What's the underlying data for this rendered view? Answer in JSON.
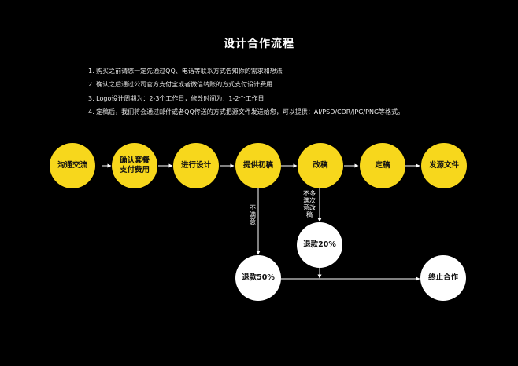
{
  "title": "设计合作流程",
  "notes": [
    "1. 购买之前请您一定先通过QQ、电话等联系方式告知你的需求和想法",
    "2. 确认之后通过公司官方支付宝或者微信转账的方式支付设计费用",
    "3. Logo设计周期为：2-3个工作日，修改时间为：1-2个工作日",
    "4. 定稿后，我们将会通过邮件或者QQ传送的方式把源文件发送给您，可以提供：AI/PSD/CDR/JPG/PNG等格式。"
  ],
  "flow": {
    "main_steps": [
      "沟通交流",
      "确认套餐\n支付费用",
      "进行设计",
      "提供初稿",
      "改稿",
      "定稿",
      "发源文件"
    ],
    "refund_50": "退款50%",
    "refund_20": "退款20%",
    "terminate": "终止合作",
    "label_unsatisfied": "不\n满\n意",
    "label_multi_revision": "不多\n满次\n意改\n稿"
  },
  "colors": {
    "background": "#000000",
    "step_fill": "#f7d71c",
    "outcome_fill": "#ffffff",
    "text": "#ffffff"
  }
}
